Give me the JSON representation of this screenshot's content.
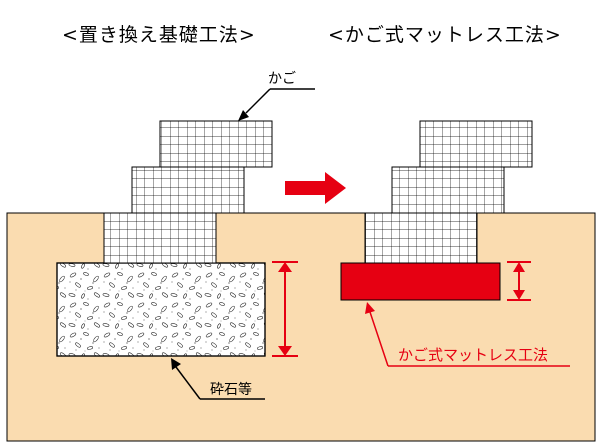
{
  "titles": {
    "left": "<置き換え基礎工法>",
    "right": "<かご式マットレス工法>"
  },
  "labels": {
    "kago": "かご",
    "saiseki": "砕石等",
    "mattress": "かご式マットレス工法"
  },
  "colors": {
    "ground": "#fadcb0",
    "accent": "#e60012",
    "grid_line": "#000000"
  },
  "icons": {
    "transition": "arrow-right-icon",
    "dimension": "double-arrow-vertical-icon",
    "leader": "arrow-leader-icon"
  }
}
